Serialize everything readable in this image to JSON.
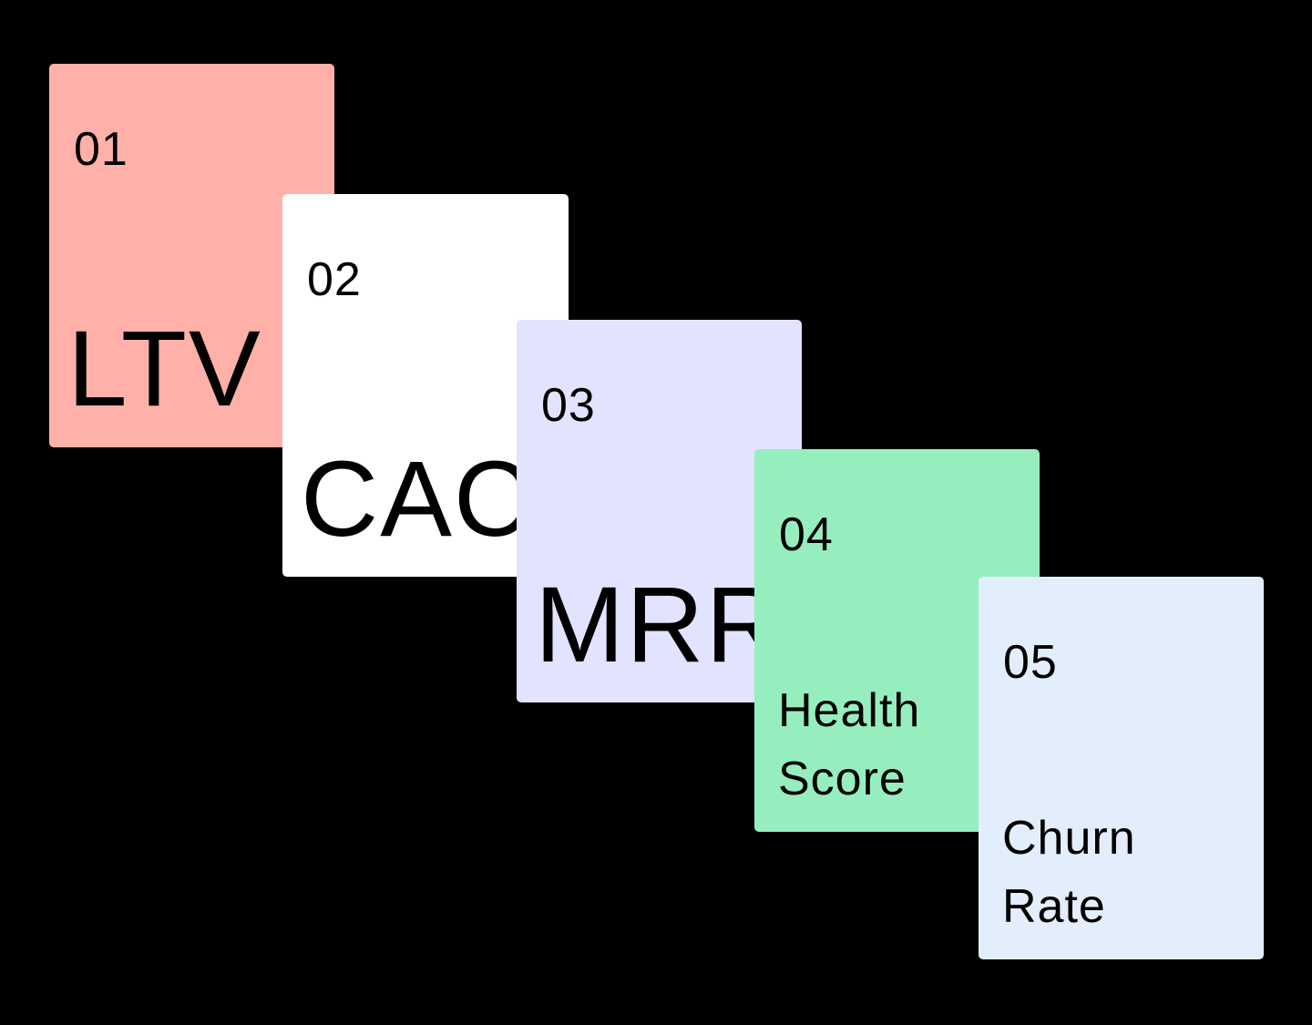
{
  "cards": [
    {
      "number": "01",
      "title_lines": [
        "LTV"
      ],
      "color": "#FFB0A8"
    },
    {
      "number": "02",
      "title_lines": [
        "CAC"
      ],
      "color": "#FFFFFF"
    },
    {
      "number": "03",
      "title_lines": [
        "MRR"
      ],
      "color": "#E2E3FF"
    },
    {
      "number": "04",
      "title_lines": [
        "Health",
        "Score"
      ],
      "color": "#96EEBF"
    },
    {
      "number": "05",
      "title_lines": [
        "Churn",
        "Rate"
      ],
      "color": "#E3EEFC"
    }
  ],
  "background_color": "#000000"
}
